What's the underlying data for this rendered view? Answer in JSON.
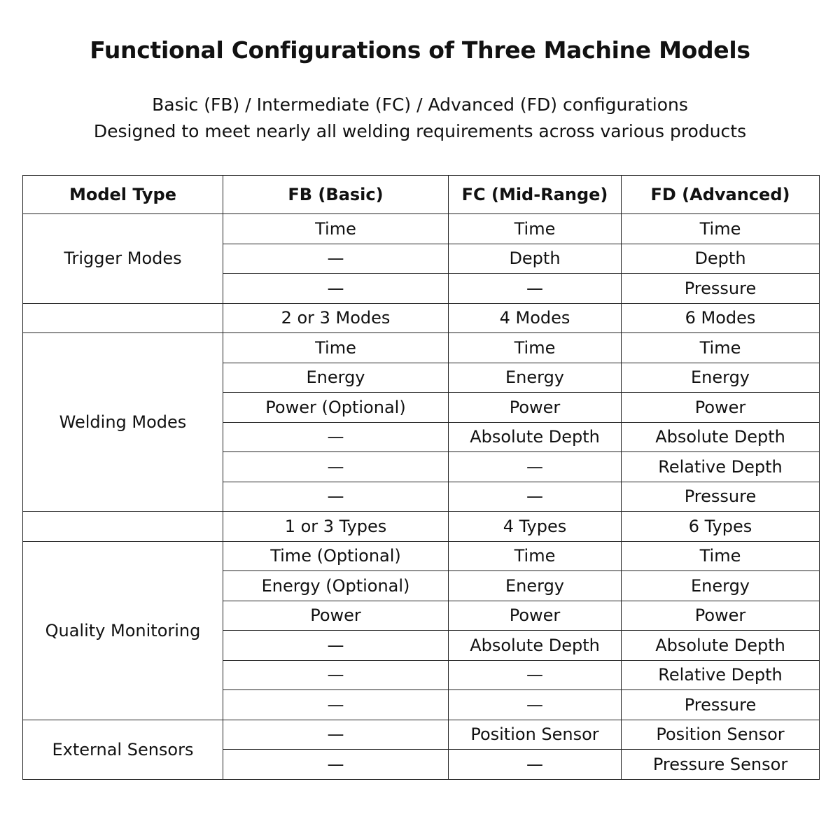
{
  "title": "Functional Configurations of Three Machine Models",
  "subtitle_line1": "Basic (FB) / Intermediate (FC) / Advanced (FD) configurations",
  "subtitle_line2": "Designed to meet nearly all welding requirements across various products",
  "table": {
    "headers": [
      "Model Type",
      "FB (Basic)",
      "FC (Mid-Range)",
      "FD (Advanced)"
    ],
    "sections": [
      {
        "label": "Trigger Modes",
        "rows": [
          [
            "Time",
            "Time",
            "Time"
          ],
          [
            "—",
            "Depth",
            "Depth"
          ],
          [
            "—",
            "—",
            "Pressure"
          ]
        ]
      },
      {
        "label": "",
        "rows": [
          [
            "2 or 3 Modes",
            "4 Modes",
            "6 Modes"
          ]
        ]
      },
      {
        "label": "Welding Modes",
        "rows": [
          [
            "Time",
            "Time",
            "Time"
          ],
          [
            "Energy",
            "Energy",
            "Energy"
          ],
          [
            "Power (Optional)",
            "Power",
            "Power"
          ],
          [
            "—",
            "Absolute Depth",
            "Absolute Depth"
          ],
          [
            "—",
            "—",
            "Relative Depth"
          ],
          [
            "—",
            "—",
            "Pressure"
          ]
        ]
      },
      {
        "label": "",
        "rows": [
          [
            "1 or 3 Types",
            "4 Types",
            "6 Types"
          ]
        ]
      },
      {
        "label": "Quality Monitoring",
        "rows": [
          [
            "Time (Optional)",
            "Time",
            "Time"
          ],
          [
            "Energy (Optional)",
            "Energy",
            "Energy"
          ],
          [
            "Power",
            "Power",
            "Power"
          ],
          [
            "—",
            "Absolute Depth",
            "Absolute Depth"
          ],
          [
            "—",
            "—",
            "Relative Depth"
          ],
          [
            "—",
            "—",
            "Pressure"
          ]
        ]
      },
      {
        "label": "External Sensors",
        "rows": [
          [
            "—",
            "Position Sensor",
            "Position Sensor"
          ],
          [
            "—",
            "—",
            "Pressure Sensor"
          ]
        ]
      }
    ]
  }
}
